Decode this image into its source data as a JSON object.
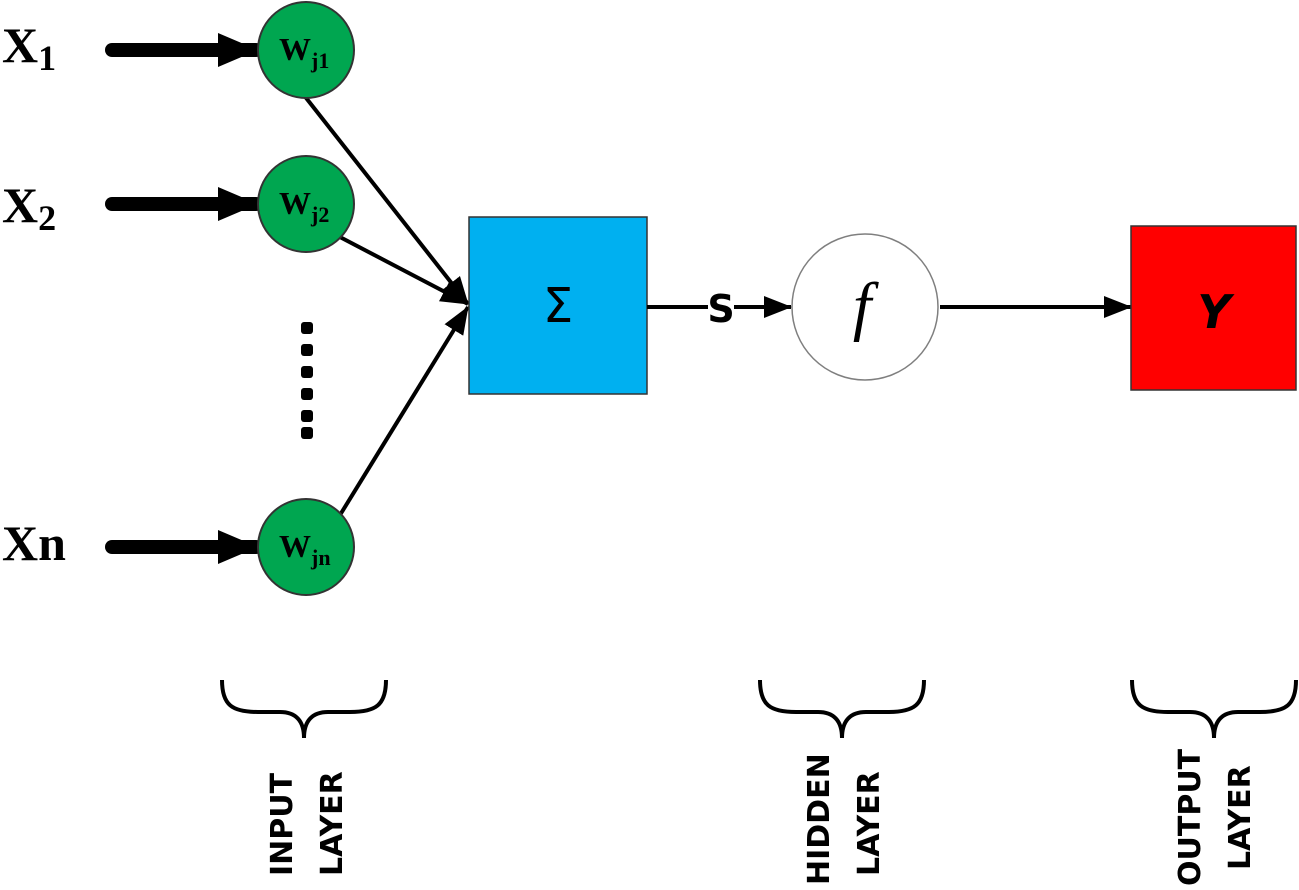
{
  "inputs": [
    {
      "symbol": "X",
      "subscript": "1"
    },
    {
      "symbol": "X",
      "subscript": "2"
    },
    {
      "symbol": "Xn",
      "subscript": ""
    }
  ],
  "weights": [
    {
      "symbol": "W",
      "subscript": "j1"
    },
    {
      "symbol": "W",
      "subscript": "j2"
    },
    {
      "symbol": "W",
      "subscript": "jn"
    }
  ],
  "summation": {
    "symbol": "Σ",
    "color": "#00b0f0"
  },
  "sum_signal": {
    "label": "S"
  },
  "activation": {
    "symbol": "f",
    "color": "#ffffff"
  },
  "output": {
    "symbol": "Y",
    "color": "#ff0000"
  },
  "weight_node_color": "#00a650",
  "layers": [
    {
      "line1": "INPUT",
      "line2": "LAYER"
    },
    {
      "line1": "HIDDEN",
      "line2": "LAYER"
    },
    {
      "line1": "OUTPUT",
      "line2": "LAYER"
    }
  ]
}
